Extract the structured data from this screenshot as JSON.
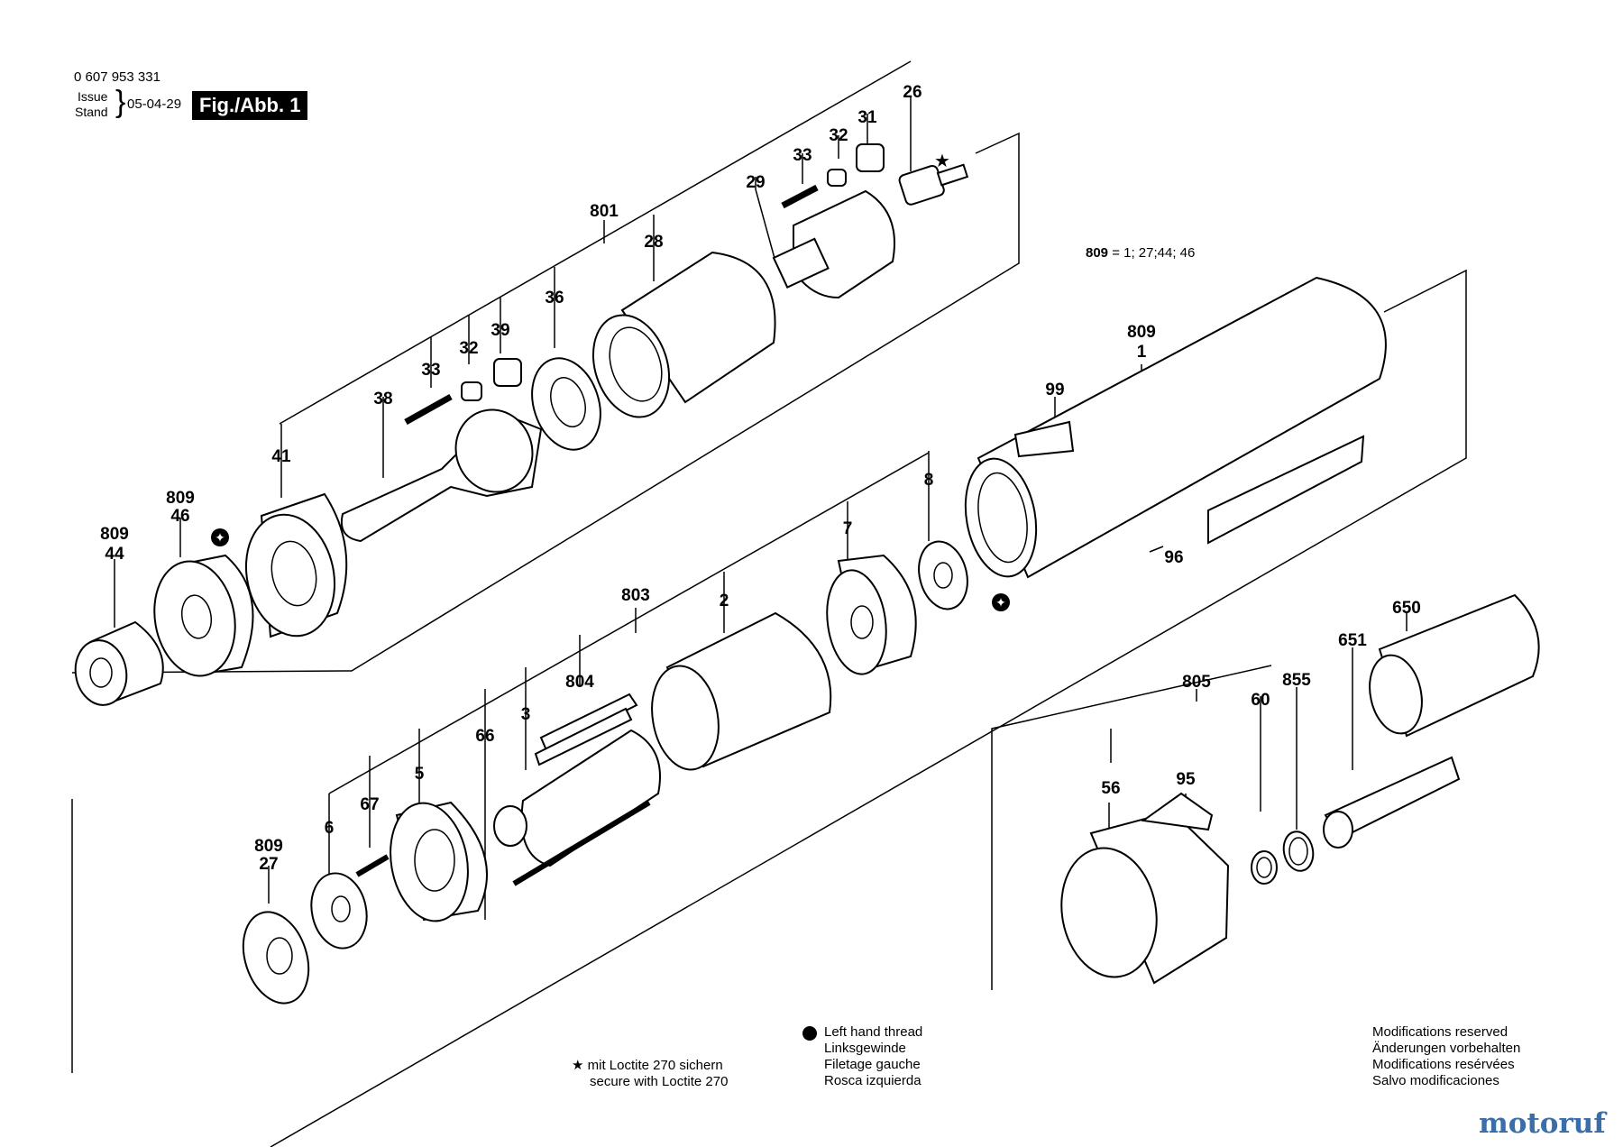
{
  "header": {
    "part_number": "0 607 953 331",
    "issue_label": "Issue",
    "stand_label": "Stand",
    "date": "05-04-29",
    "figure": "Fig./Abb. 1"
  },
  "set_note": {
    "key": "809",
    "value": "= 1; 27;44; 46"
  },
  "callouts": {
    "c801": "801",
    "c28": "28",
    "c29": "29",
    "c33a": "33",
    "c32a": "32",
    "c31": "31",
    "c26": "26",
    "c36": "36",
    "c39": "39",
    "c32b": "32",
    "c33b": "33",
    "c38": "38",
    "c41": "41",
    "c809_46": "809",
    "c46": "46",
    "c809_44": "809",
    "c44": "44",
    "c809_1": "809",
    "c1": "1",
    "c99": "99",
    "c96": "96",
    "c8": "8",
    "c7": "7",
    "c803": "803",
    "c2": "2",
    "c804": "804",
    "c3": "3",
    "c66": "66",
    "c5": "5",
    "c67": "67",
    "c6": "6",
    "c809_27": "809",
    "c27": "27",
    "c650": "650",
    "c651": "651",
    "c805": "805",
    "c60": "60",
    "c855": "855",
    "c56": "56",
    "c95": "95"
  },
  "legend": {
    "loctite_de": "mit Loctite 270 sichern",
    "loctite_en": "secure with Loctite 270",
    "thread_en": "Left hand thread",
    "thread_de": "Linksgewinde",
    "thread_fr": "Filetage gauche",
    "thread_es": "Rosca izquierda",
    "mod_en": "Modifications reserved",
    "mod_de": "Änderungen vorbehalten",
    "mod_fr": "Modifications resérvées",
    "mod_es": "Salvo modificaciones"
  },
  "watermark": "motoruf"
}
